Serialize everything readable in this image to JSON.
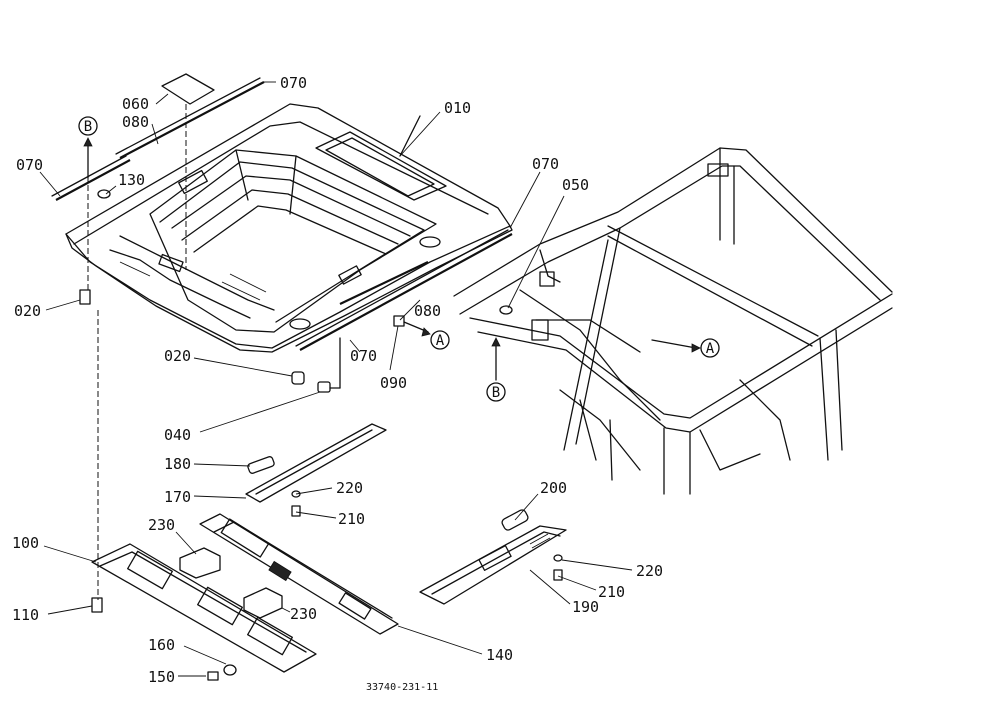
{
  "parts": [
    {
      "key": "p070a",
      "label": "070"
    },
    {
      "key": "p060",
      "label": "060"
    },
    {
      "key": "p080a",
      "label": "080"
    },
    {
      "key": "p010",
      "label": "010"
    },
    {
      "key": "p070b",
      "label": "070"
    },
    {
      "key": "p130",
      "label": "130"
    },
    {
      "key": "p070c",
      "label": "070"
    },
    {
      "key": "p050",
      "label": "050"
    },
    {
      "key": "p020a",
      "label": "020"
    },
    {
      "key": "p080b",
      "label": "080"
    },
    {
      "key": "p070d",
      "label": "070"
    },
    {
      "key": "p020b",
      "label": "020"
    },
    {
      "key": "p090",
      "label": "090"
    },
    {
      "key": "p040",
      "label": "040"
    },
    {
      "key": "p180",
      "label": "180"
    },
    {
      "key": "p220a",
      "label": "220"
    },
    {
      "key": "p170",
      "label": "170"
    },
    {
      "key": "p210a",
      "label": "210"
    },
    {
      "key": "p200",
      "label": "200"
    },
    {
      "key": "p230a",
      "label": "230"
    },
    {
      "key": "p100",
      "label": "100"
    },
    {
      "key": "p220b",
      "label": "220"
    },
    {
      "key": "p210b",
      "label": "210"
    },
    {
      "key": "p230b",
      "label": "230"
    },
    {
      "key": "p190",
      "label": "190"
    },
    {
      "key": "p110",
      "label": "110"
    },
    {
      "key": "p160",
      "label": "160"
    },
    {
      "key": "p140",
      "label": "140"
    },
    {
      "key": "p150",
      "label": "150"
    }
  ],
  "references": [
    {
      "key": "refB1",
      "label": "B"
    },
    {
      "key": "refA1",
      "label": "A"
    },
    {
      "key": "refB2",
      "label": "B"
    },
    {
      "key": "refA2",
      "label": "A"
    }
  ],
  "document_number": "33740-231-11"
}
